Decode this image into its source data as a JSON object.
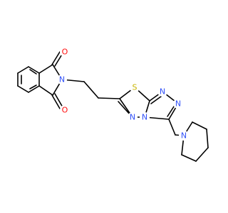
{
  "molecule": {
    "atoms": [
      {
        "id": "O1",
        "label": "O",
        "color": "#ff0d0d"
      },
      {
        "id": "O2",
        "label": "O",
        "color": "#ff0d0d"
      },
      {
        "id": "N_imide",
        "label": "N",
        "color": "#3050f8"
      },
      {
        "id": "S",
        "label": "S",
        "color": "#c8b400"
      },
      {
        "id": "N_a",
        "label": "N",
        "color": "#3050f8"
      },
      {
        "id": "N_b",
        "label": "N",
        "color": "#3050f8"
      },
      {
        "id": "N_c",
        "label": "N",
        "color": "#3050f8"
      },
      {
        "id": "N_d",
        "label": "N",
        "color": "#3050f8"
      },
      {
        "id": "N_pip",
        "label": "N",
        "color": "#3050f8"
      }
    ],
    "bond_color": "#000000"
  }
}
